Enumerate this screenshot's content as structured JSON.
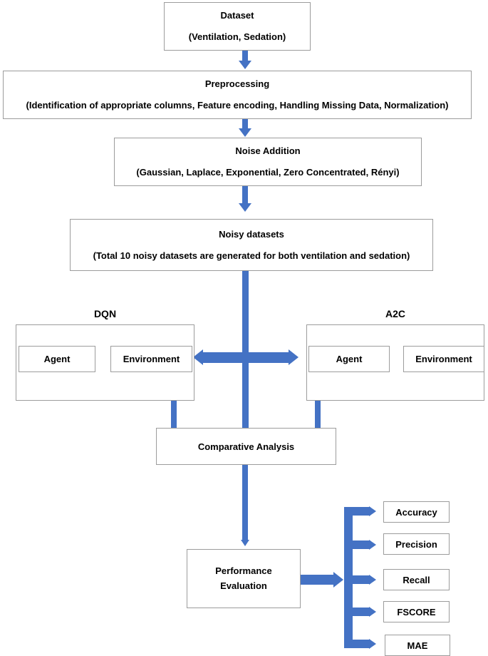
{
  "diagram": {
    "title": "Reinforcement Learning Pipeline with Differential Privacy Noise",
    "accent_color": "#4472C4",
    "box_border_color": "#9C9C9C",
    "background": "#FFFFFF"
  },
  "nodes": {
    "dataset": {
      "line1": "Dataset",
      "line2": "(Ventilation, Sedation)"
    },
    "preprocessing": {
      "line1": "Preprocessing",
      "line2": "(Identification of appropriate columns, Feature encoding, Handling Missing Data, Normalization)"
    },
    "noise_addition": {
      "line1": "Noise Addition",
      "line2": "(Gaussian, Laplace, Exponential, Zero Concentrated, Rényi)"
    },
    "noisy_datasets": {
      "line1": "Noisy datasets",
      "line2": "(Total 10 noisy datasets are generated for both ventilation and sedation)"
    },
    "dqn": {
      "title": "DQN",
      "agent": "Agent",
      "environment": "Environment"
    },
    "a2c": {
      "title": "A2C",
      "agent": "Agent",
      "environment": "Environment"
    },
    "comparative_analysis": {
      "line1": "Comparative Analysis"
    },
    "performance_evaluation": {
      "line1": "Performance",
      "line2": "Evaluation"
    }
  },
  "metrics": [
    {
      "label": "Accuracy"
    },
    {
      "label": "Precision"
    },
    {
      "label": "Recall"
    },
    {
      "label": "FSCORE"
    },
    {
      "label": "MAE"
    }
  ],
  "icons": {
    "arrow_down": "arrow-down-icon",
    "arrow_right": "arrow-right-icon",
    "arrow_left": "arrow-left-icon",
    "arrow_bidirectional": "arrow-bidirectional-icon"
  }
}
